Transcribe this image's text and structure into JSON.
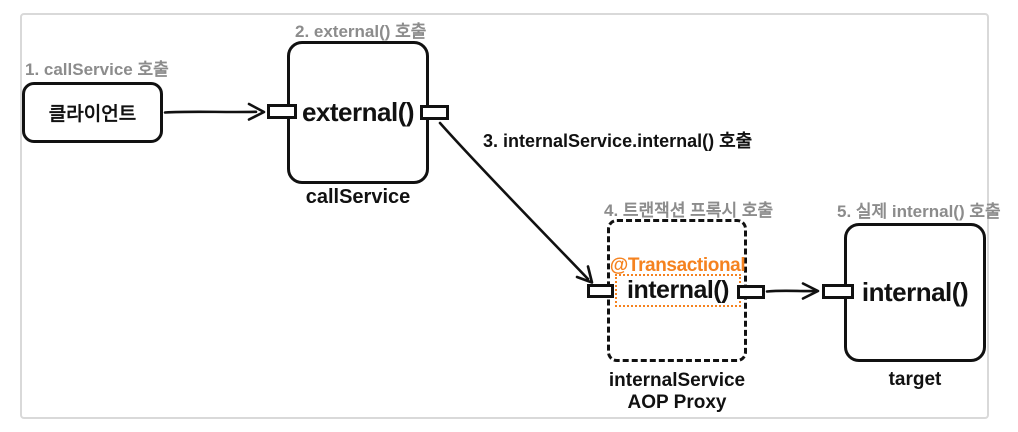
{
  "colors": {
    "accent_orange": "#f5821f",
    "step_label_gray": "#8c8c8c",
    "stroke_black": "#111111",
    "frame_border_gray": "#d9d9d9"
  },
  "diagram": {
    "step_labels": {
      "step1": "1. callService 호출",
      "step2": "2. external() 호출",
      "step3": "3. internalService.internal() 호출",
      "step4": "4. 트랜잭션 프록시 호출",
      "step5": "5. 실제 internal() 호출"
    },
    "nodes": {
      "client": {
        "label": "클라이언트"
      },
      "call_service": {
        "method": "external()",
        "caption": "callService"
      },
      "proxy": {
        "annotation": "@Transactional",
        "method": "internal()",
        "caption_line1": "internalService",
        "caption_line2": "AOP Proxy"
      },
      "target": {
        "method": "internal()",
        "caption": "target"
      }
    }
  }
}
